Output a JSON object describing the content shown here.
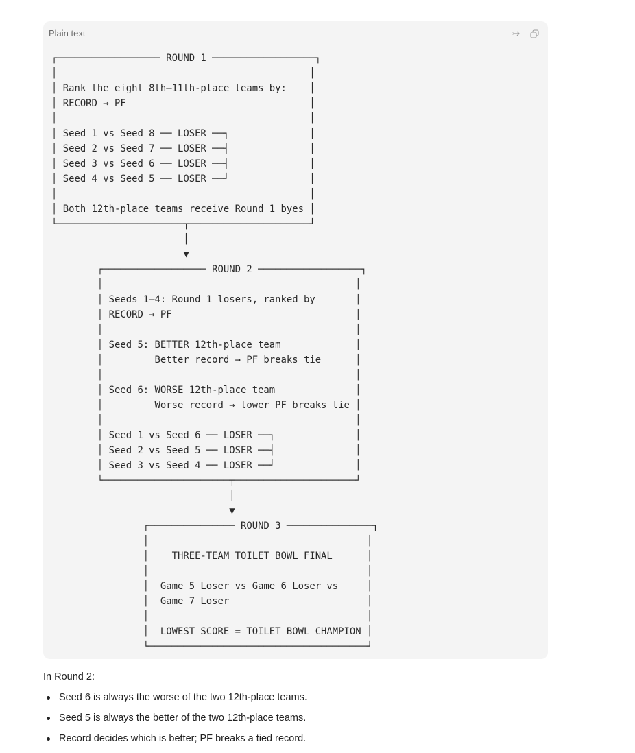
{
  "code_block": {
    "language_label": "Plain text",
    "icons": [
      "wrap-icon",
      "copy-icon"
    ],
    "lines": [
      "┌────────────────── ROUND 1 ──────────────────┐",
      "│                                            │",
      "│ Rank the eight 8th–11th-place teams by:    │",
      "│ RECORD → PF                                │",
      "│                                            │",
      "│ Seed 1 vs Seed 8 ── LOSER ──┐              │",
      "│ Seed 2 vs Seed 7 ── LOSER ──┤              │",
      "│ Seed 3 vs Seed 6 ── LOSER ──┤              │",
      "│ Seed 4 vs Seed 5 ── LOSER ──┘              │",
      "│                                            │",
      "│ Both 12th-place teams receive Round 1 byes │",
      "└──────────────────────┬─────────────────────┘",
      "                       │",
      "                       ▼",
      "        ┌────────────────── ROUND 2 ──────────────────┐",
      "        │                                            │",
      "        │ Seeds 1–4: Round 1 losers, ranked by       │",
      "        │ RECORD → PF                                │",
      "        │                                            │",
      "        │ Seed 5: BETTER 12th-place team             │",
      "        │         Better record → PF breaks tie      │",
      "        │                                            │",
      "        │ Seed 6: WORSE 12th-place team              │",
      "        │         Worse record → lower PF breaks tie │",
      "        │                                            │",
      "        │ Seed 1 vs Seed 6 ── LOSER ──┐              │",
      "        │ Seed 2 vs Seed 5 ── LOSER ──┤              │",
      "        │ Seed 3 vs Seed 4 ── LOSER ──┘              │",
      "        └──────────────────────┬─────────────────────┘",
      "                               │",
      "                               ▼",
      "                ┌─────────────── ROUND 3 ───────────────┐",
      "                │                                      │",
      "                │    THREE-TEAM TOILET BOWL FINAL      │",
      "                │                                      │",
      "                │  Game 5 Loser vs Game 6 Loser vs     │",
      "                │  Game 7 Loser                        │",
      "                │                                      │",
      "                │  LOWEST SCORE = TOILET BOWL CHAMPION │",
      "                └──────────────────────────────────────┘"
    ]
  },
  "explanation": {
    "intro": "In Round 2:",
    "bullets": [
      "Seed 6 is always the worse of the two 12th-place teams.",
      "Seed 5 is always the better of the two 12th-place teams.",
      "Record decides which is better; PF breaks a tied record."
    ]
  }
}
